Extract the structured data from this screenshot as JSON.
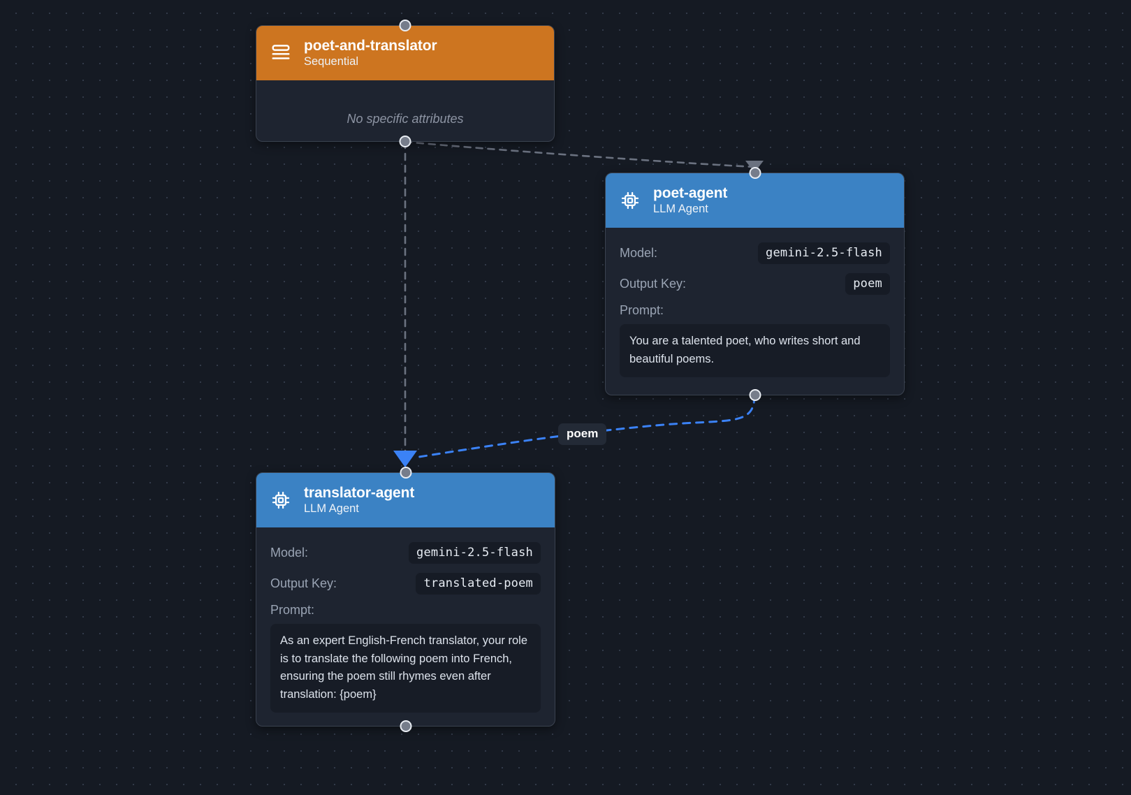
{
  "canvas": {
    "background_color": "#151a23",
    "grid_dot_color": "#323a49"
  },
  "nodes": [
    {
      "id": "poet-and-translator",
      "title": "poet-and-translator",
      "subtitle": "Sequential",
      "icon": "sequential-stack-icon",
      "header_color": "#cd7520",
      "empty_text": "No specific attributes",
      "attributes": []
    },
    {
      "id": "poet-agent",
      "title": "poet-agent",
      "subtitle": "LLM Agent",
      "icon": "cpu-chip-icon",
      "header_color": "#3b82c4",
      "attributes": [
        {
          "label": "Model:",
          "value": "gemini-2.5-flash"
        },
        {
          "label": "Output Key:",
          "value": "poem"
        }
      ],
      "prompt_label": "Prompt:",
      "prompt_text": "You are a talented poet, who writes short and beautiful poems."
    },
    {
      "id": "translator-agent",
      "title": "translator-agent",
      "subtitle": "LLM Agent",
      "icon": "cpu-chip-icon",
      "header_color": "#3b82c4",
      "attributes": [
        {
          "label": "Model:",
          "value": "gemini-2.5-flash"
        },
        {
          "label": "Output Key:",
          "value": "translated-poem"
        }
      ],
      "prompt_label": "Prompt:",
      "prompt_text": "As an expert English-French translator, your role is to translate the following poem into French, ensuring the poem still rhymes even after translation: {poem}"
    }
  ],
  "edges": [
    {
      "id": "seq-to-poet",
      "from": "poet-and-translator",
      "to": "poet-agent",
      "label": "",
      "color": "#6b7280",
      "style": "dashed"
    },
    {
      "id": "seq-to-translator",
      "from": "poet-and-translator",
      "to": "translator-agent",
      "label": "",
      "color": "#6b7280",
      "style": "dashed"
    },
    {
      "id": "poet-to-translator",
      "from": "poet-agent",
      "to": "translator-agent",
      "label": "poem",
      "color": "#3b82f6",
      "style": "dashed"
    }
  ]
}
